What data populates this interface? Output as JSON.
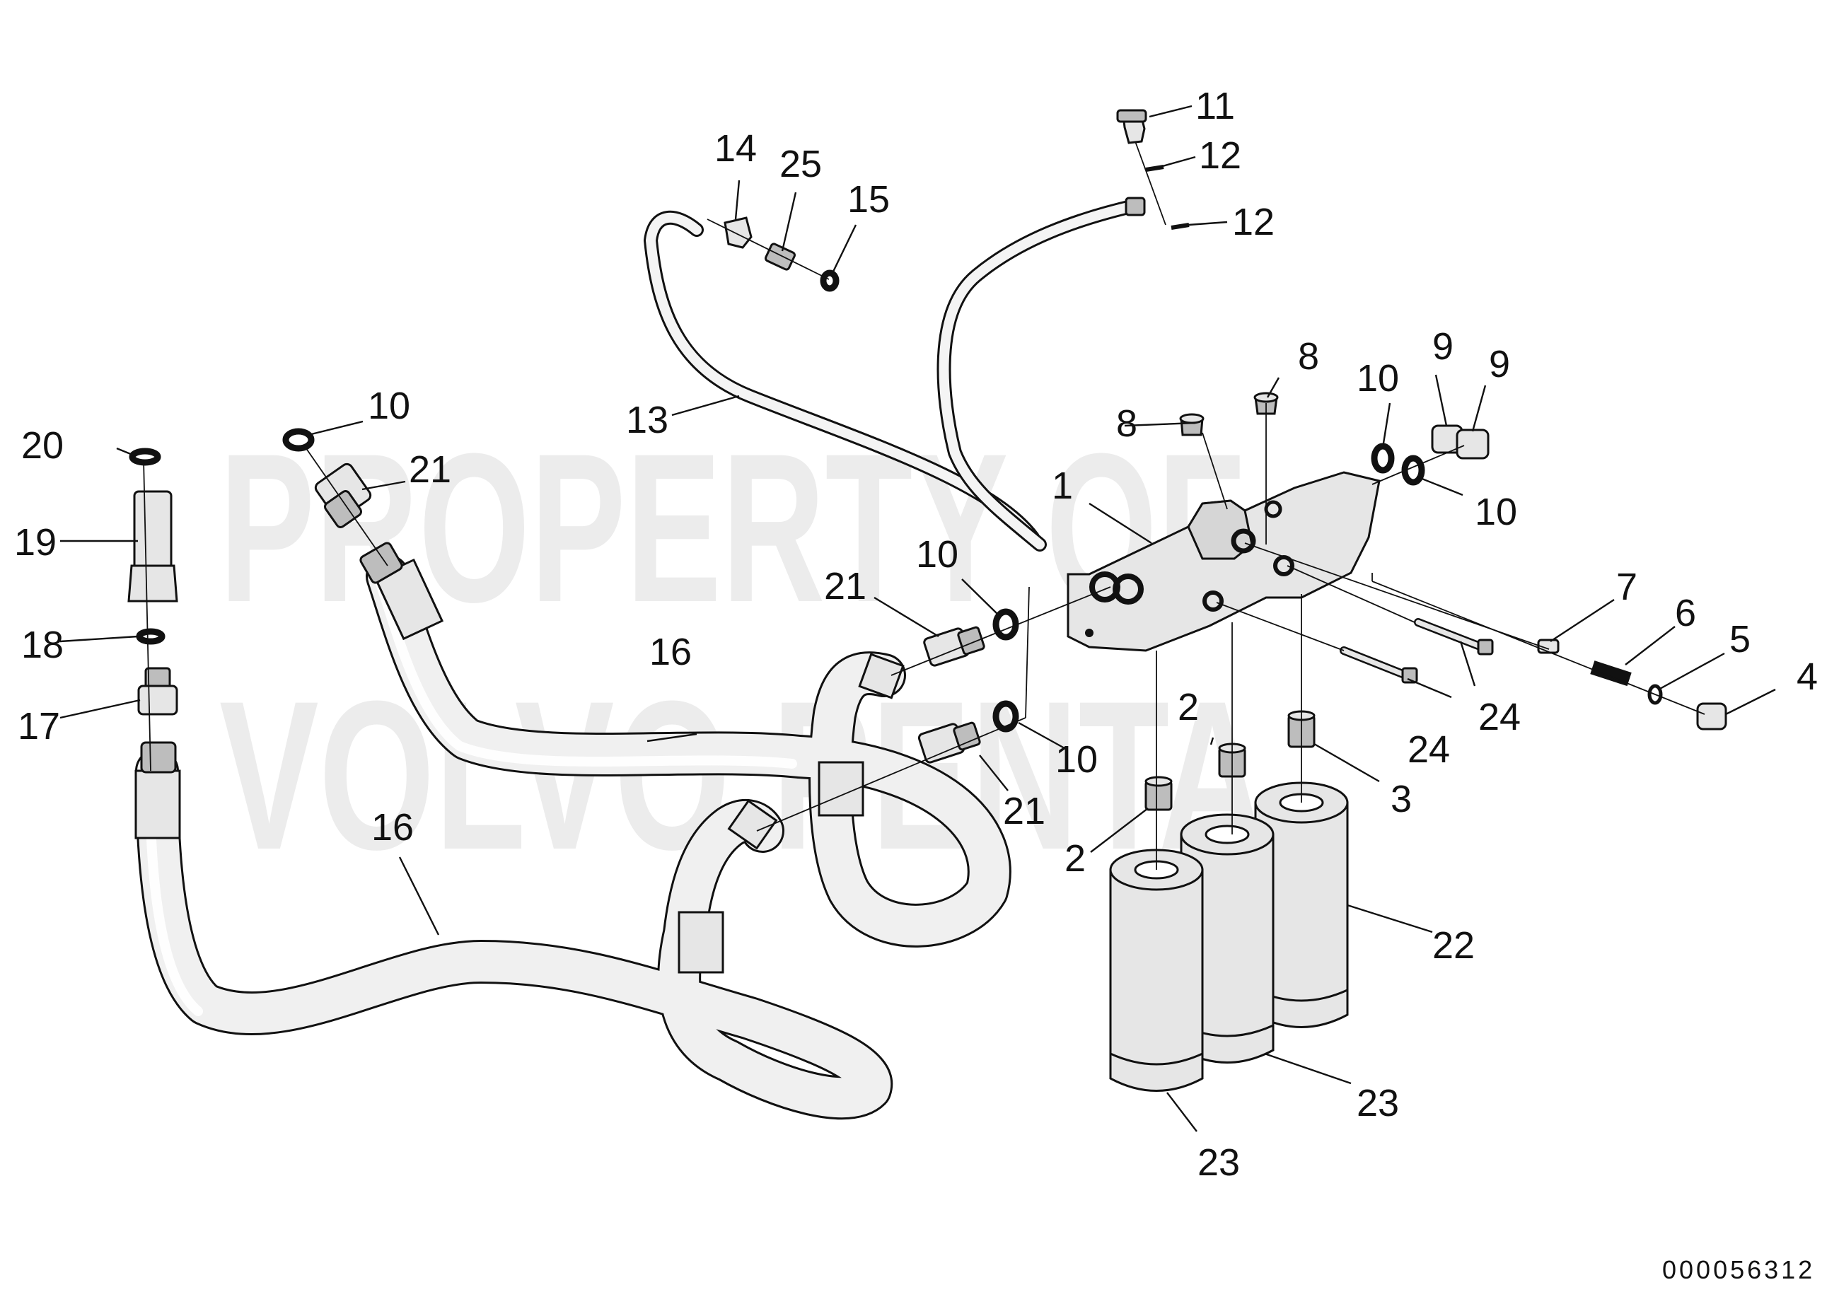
{
  "watermark": {
    "line1": "PROPERTY OF",
    "line2": "VOLVO PENTA"
  },
  "reference_number": "000056312",
  "callouts": [
    {
      "id": "c1",
      "text": "1"
    },
    {
      "id": "c2a",
      "text": "2"
    },
    {
      "id": "c2b",
      "text": "2"
    },
    {
      "id": "c3",
      "text": "3"
    },
    {
      "id": "c4",
      "text": "4"
    },
    {
      "id": "c5",
      "text": "5"
    },
    {
      "id": "c6",
      "text": "6"
    },
    {
      "id": "c7",
      "text": "7"
    },
    {
      "id": "c8a",
      "text": "8"
    },
    {
      "id": "c8b",
      "text": "8"
    },
    {
      "id": "c9a",
      "text": "9"
    },
    {
      "id": "c9b",
      "text": "9"
    },
    {
      "id": "c10a",
      "text": "10"
    },
    {
      "id": "c10b",
      "text": "10"
    },
    {
      "id": "c10c",
      "text": "10"
    },
    {
      "id": "c10d",
      "text": "10"
    },
    {
      "id": "c10e",
      "text": "10"
    },
    {
      "id": "c11",
      "text": "11"
    },
    {
      "id": "c12a",
      "text": "12"
    },
    {
      "id": "c12b",
      "text": "12"
    },
    {
      "id": "c13",
      "text": "13"
    },
    {
      "id": "c14",
      "text": "14"
    },
    {
      "id": "c15",
      "text": "15"
    },
    {
      "id": "c16a",
      "text": "16"
    },
    {
      "id": "c16b",
      "text": "16"
    },
    {
      "id": "c17",
      "text": "17"
    },
    {
      "id": "c18",
      "text": "18"
    },
    {
      "id": "c19",
      "text": "19"
    },
    {
      "id": "c20",
      "text": "20"
    },
    {
      "id": "c21a",
      "text": "21"
    },
    {
      "id": "c21b",
      "text": "21"
    },
    {
      "id": "c21c",
      "text": "21"
    },
    {
      "id": "c22",
      "text": "22"
    },
    {
      "id": "c23a",
      "text": "23"
    },
    {
      "id": "c23b",
      "text": "23"
    },
    {
      "id": "c24a",
      "text": "24"
    },
    {
      "id": "c24b",
      "text": "24"
    },
    {
      "id": "c25",
      "text": "25"
    }
  ]
}
